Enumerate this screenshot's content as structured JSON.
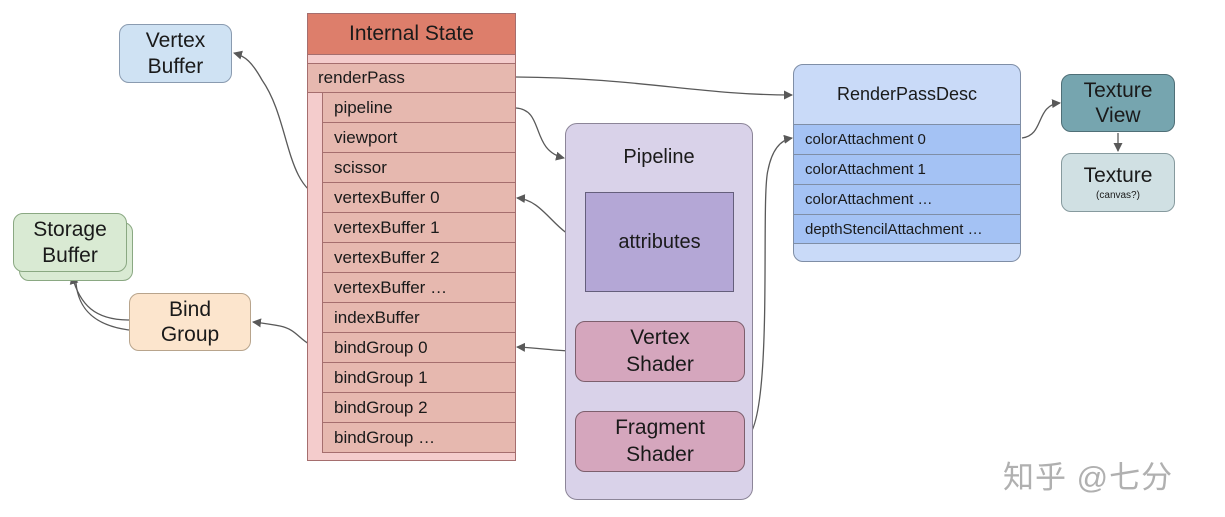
{
  "vertex_buffer": {
    "label": "Vertex\nBuffer"
  },
  "storage_buffer": {
    "label": "Storage\nBuffer"
  },
  "bind_group": {
    "label": "Bind\nGroup"
  },
  "internal_state": {
    "title": "Internal State",
    "render_pass": "renderPass",
    "items": [
      "pipeline",
      "viewport",
      "scissor",
      "vertexBuffer 0",
      "vertexBuffer 1",
      "vertexBuffer 2",
      "vertexBuffer …",
      "indexBuffer",
      "bindGroup 0",
      "bindGroup 1",
      "bindGroup 2",
      "bindGroup …"
    ]
  },
  "pipeline": {
    "title": "Pipeline",
    "attributes": "attributes",
    "vertex_shader": "Vertex\nShader",
    "fragment_shader": "Fragment\nShader"
  },
  "render_pass_desc": {
    "title": "RenderPassDesc",
    "items": [
      "colorAttachment 0",
      "colorAttachment 1",
      "colorAttachment …",
      "depthStencilAttachment …"
    ]
  },
  "texture_view": {
    "label": "Texture\nView"
  },
  "texture": {
    "label": "Texture",
    "sub": "(canvas?)"
  },
  "watermark": "知乎 @七分",
  "colors": {
    "arrow": "#595959",
    "internal_header": "#dd7e6b",
    "internal_row": "#e6b8af",
    "pipeline_bg": "#d9d2e9",
    "attributes_bg": "#b4a7d6",
    "shader_bg": "#d5a6bd",
    "render_pass_desc_bg": "#c9daf8",
    "render_pass_desc_row": "#a4c2f4",
    "texture_view_bg": "#76a5af",
    "texture_bg": "#d0e0e3",
    "vertex_buffer_bg": "#cfe2f3",
    "storage_buffer_bg": "#d9ead3",
    "bind_group_bg": "#fce5cd"
  }
}
